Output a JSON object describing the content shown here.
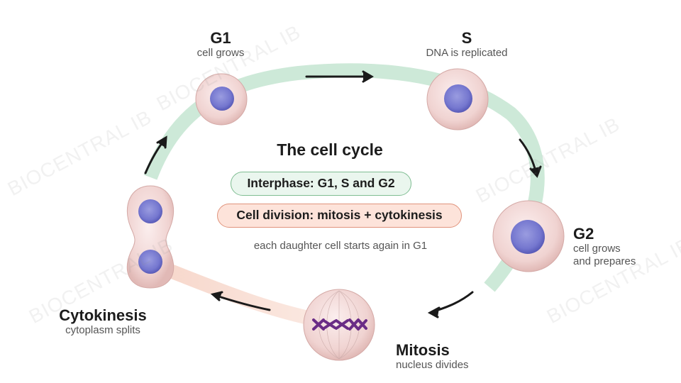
{
  "title": "The cell cycle",
  "interphase_label": "Interphase: G1, S and G2",
  "division_label": "Cell division: mitosis + cytokinesis",
  "note": "each daughter cell starts again in G1",
  "watermark": "BIOCENTRAL IB",
  "phases": {
    "g1": {
      "name": "G1",
      "desc": "cell grows"
    },
    "s": {
      "name": "S",
      "desc": "DNA is replicated"
    },
    "g2": {
      "name": "G2",
      "desc_line1": "cell grows",
      "desc_line2": "and prepares"
    },
    "mitosis": {
      "name": "Mitosis",
      "desc": "nucleus divides"
    },
    "cytokinesis": {
      "name": "Cytokinesis",
      "desc": "cytoplasm splits"
    }
  },
  "colors": {
    "interphase_track": "#cde9d8",
    "division_track": "#f6d3c6",
    "cell_fill": "#f3d9d6",
    "nucleus_fill": "#7d7fd0",
    "chromosome": "#6a2c86",
    "arrow": "#1a1a1a"
  }
}
